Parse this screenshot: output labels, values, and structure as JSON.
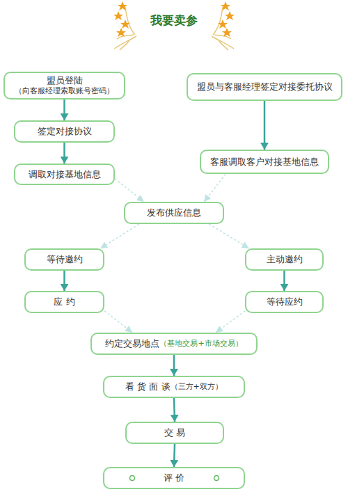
{
  "diagram": {
    "title": "我要卖参",
    "nodes": [
      {
        "text": [
          "盟员登陆",
          "（向客服经理索取账号密码）"
        ]
      },
      {
        "text": [
          "盟员与客服经理签定对接委托协议"
        ]
      },
      {
        "text": [
          "签定对接协议"
        ]
      },
      {
        "text": [
          "客服调取客户对接基地信息"
        ]
      },
      {
        "text": [
          "调取对接基地信息"
        ]
      },
      {
        "text": [
          "发布供应信息"
        ]
      },
      {
        "text": [
          "等待邀约"
        ]
      },
      {
        "text": [
          "主动邀约"
        ]
      },
      {
        "text": [
          "应 约"
        ]
      },
      {
        "text": [
          "等待应约"
        ]
      },
      {
        "text": [
          "约定交易地点",
          "（基地交易+市场交易）"
        ]
      },
      {
        "text": [
          "看 货 面 谈",
          "（三方+双方）"
        ]
      },
      {
        "text": [
          "交 易"
        ]
      },
      {
        "text": [
          "评 价"
        ]
      }
    ],
    "edges": [
      {
        "from": 0,
        "to": 2,
        "arrow": "to"
      },
      {
        "from": 2,
        "to": 4,
        "arrow": "to"
      },
      {
        "from": 1,
        "to": 3,
        "arrow": "to"
      },
      {
        "from": 4,
        "to": 5,
        "arrow": "to"
      },
      {
        "from": 3,
        "to": 5,
        "arrow": "to"
      },
      {
        "from": 5,
        "to": 6,
        "arrow": "to"
      },
      {
        "from": 5,
        "to": 7,
        "arrow": "to"
      },
      {
        "from": 6,
        "to": 8,
        "arrow": "to"
      },
      {
        "from": 7,
        "to": 9,
        "arrow": "to"
      },
      {
        "from": 8,
        "to": 10,
        "arrow": "to"
      },
      {
        "from": 9,
        "to": 10,
        "arrow": "to"
      },
      {
        "from": 10,
        "to": 11,
        "arrow": "to"
      },
      {
        "from": 11,
        "to": 12,
        "arrow": "to"
      },
      {
        "from": 12,
        "to": 13,
        "arrow": "to"
      }
    ]
  }
}
